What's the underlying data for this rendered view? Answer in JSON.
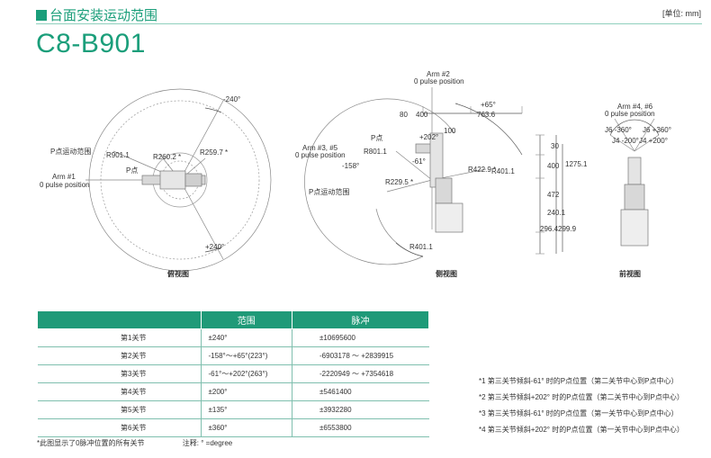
{
  "header": {
    "title": "台面安装运动范围",
    "unit": "[单位: mm]"
  },
  "model": "C8-B901",
  "top_view": {
    "label": "俯视图",
    "angle_neg": "-240°",
    "angle_pos": "+240°",
    "p_range": "P点运动范围",
    "r_outer": "R901.1",
    "p_label": "P点",
    "r1": "R260.2 *",
    "r2": "R259.7 *",
    "arm1": "Arm #1",
    "arm1_pos": "0 pulse position"
  },
  "side_view": {
    "label": "侧视图",
    "arm2": "Arm #2",
    "arm2_pos": "0 pulse position",
    "arm35": "Arm #3, #5",
    "arm35_pos": "0 pulse position",
    "plus65": "+65°",
    "minus158": "-158°",
    "plus202": "+202°",
    "minus61": "-61°",
    "d80": "80",
    "d400": "400",
    "d7636": "763.6",
    "d100": "100",
    "p_label": "P点",
    "r8011": "R801.1",
    "r4229": "R422.9 *",
    "r4011": "R401.1",
    "r2295": "R229.5 *",
    "r4011b": "R401.1",
    "p_range": "P点运动范围",
    "v30": "30",
    "v400": "400",
    "v12751": "1275.1",
    "v472": "472",
    "v2401": "240.1",
    "v2964": "296.4",
    "v2999": "299.9"
  },
  "front_view": {
    "label": "前视图",
    "arm46": "Arm #4, #6",
    "arm46_pos": "0 pulse position",
    "j6n": "J6 -360°",
    "j6p": "J6 +360°",
    "j4n": "J4 -200°",
    "j4p": "J4 +200°"
  },
  "table": {
    "headers": [
      "",
      "范围",
      "脉冲"
    ],
    "rows": [
      [
        "第1关节",
        "±240°",
        "±10695600"
      ],
      [
        "第2关节",
        "-158°～+65°(223°)",
        "-6903178 ～ +2839915"
      ],
      [
        "第3关节",
        "-61°～+202°(263°)",
        "-2220949 ～ +7354618"
      ],
      [
        "第4关节",
        "±200°",
        "±5461400"
      ],
      [
        "第5关节",
        "±135°",
        "±3932280"
      ],
      [
        "第6关节",
        "±360°",
        "±6553800"
      ]
    ]
  },
  "footnote": "*此图显示了0脉冲位置的所有关节",
  "footnote_note": "注释: ° =degree",
  "notes": [
    "*1 第三关节倾斜-61° 时的P点位置（第二关节中心到P点中心）",
    "*2 第三关节倾斜+202° 时的P点位置（第二关节中心到P点中心）",
    "*3 第三关节倾斜-61° 时的P点位置（第一关节中心到P点中心）",
    "*4 第三关节倾斜+202° 时的P点位置（第一关节中心到P点中心）"
  ]
}
